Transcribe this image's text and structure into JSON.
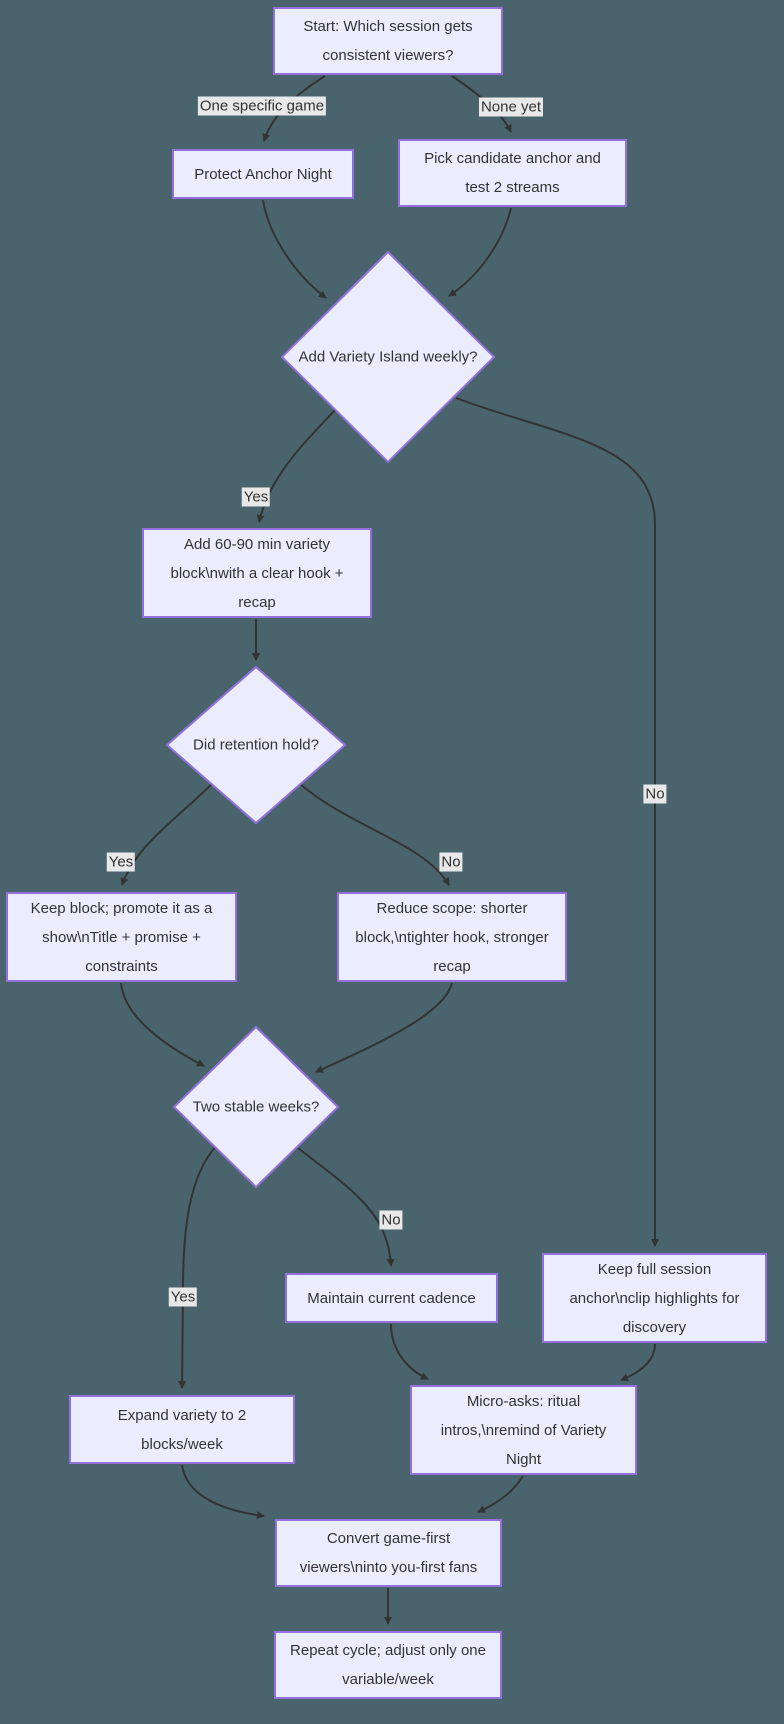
{
  "colors": {
    "background": "#4a646e",
    "node_fill": "#ECECFF",
    "node_border": "#9370DB",
    "edge_stroke": "#333333",
    "edge_label_bg": "#e8e8e8",
    "text": "#333333"
  },
  "nodes": {
    "start": {
      "label": "Start: Which session gets consistent viewers?"
    },
    "protect": {
      "label": "Protect Anchor Night"
    },
    "pick": {
      "label": "Pick candidate anchor and test 2 streams"
    },
    "d1": {
      "label": "Add Variety Island weekly?"
    },
    "addblock": {
      "label": "Add 60-90 min variety block\\nwith a clear hook + recap"
    },
    "d2": {
      "label": "Did retention hold?"
    },
    "keepblock": {
      "label": "Keep block; promote it as a show\\nTitle + promise + constraints"
    },
    "reduce": {
      "label": "Reduce scope: shorter block,\\ntighter hook, stronger recap"
    },
    "d3": {
      "label": "Two stable weeks?"
    },
    "keepfull": {
      "label": "Keep full session anchor\\nclip highlights for discovery"
    },
    "maintain": {
      "label": "Maintain current cadence"
    },
    "expand": {
      "label": "Expand variety to 2 blocks/week"
    },
    "micro": {
      "label": "Micro-asks: ritual intros,\\nremind of Variety Night"
    },
    "convert": {
      "label": "Convert game-first viewers\\ninto you-first fans"
    },
    "repeat": {
      "label": "Repeat cycle; adjust only one variable/week"
    }
  },
  "edge_labels": {
    "one_game": "One specific game",
    "none_yet": "None yet",
    "yes1": "Yes",
    "no1": "No",
    "yes2": "Yes",
    "no2": "No",
    "yes3": "Yes",
    "no3": "No"
  }
}
